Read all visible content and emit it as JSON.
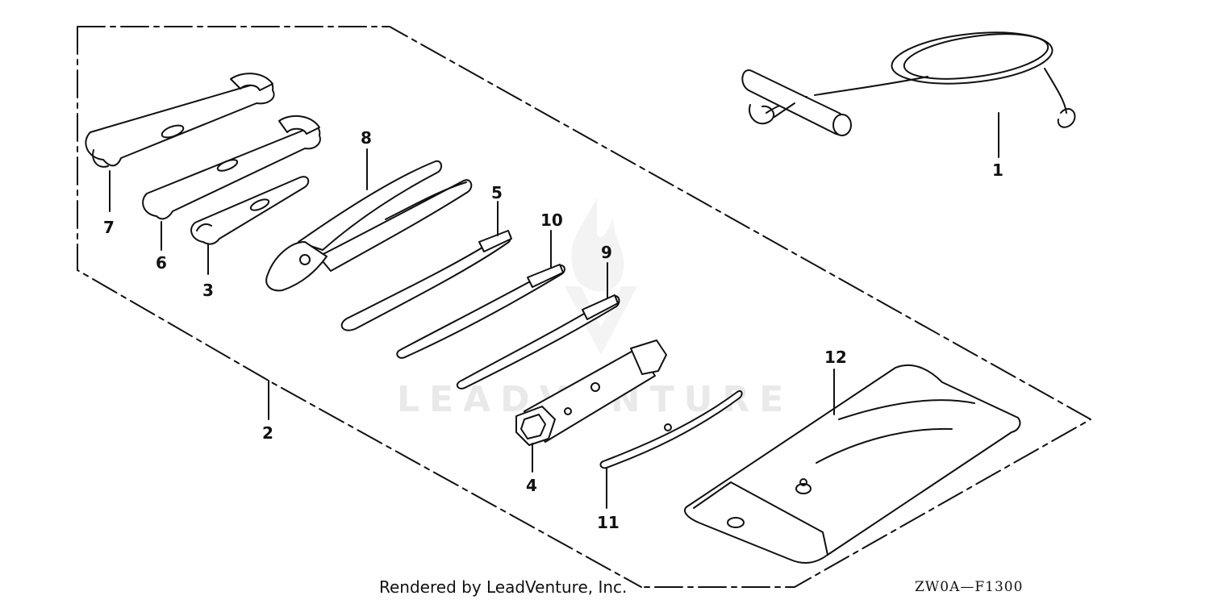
{
  "diagram": {
    "watermark": "LEADVENTURE",
    "callouts": {
      "p1": "1",
      "p2": "2",
      "p3": "3",
      "p4": "4",
      "p5": "5",
      "p6": "6",
      "p7": "7",
      "p8": "8",
      "p9": "9",
      "p10": "10",
      "p11": "11",
      "p12": "12"
    },
    "credit": "Rendered by LeadVenture, Inc.",
    "drawing_code": "ZW0A—F1300"
  }
}
